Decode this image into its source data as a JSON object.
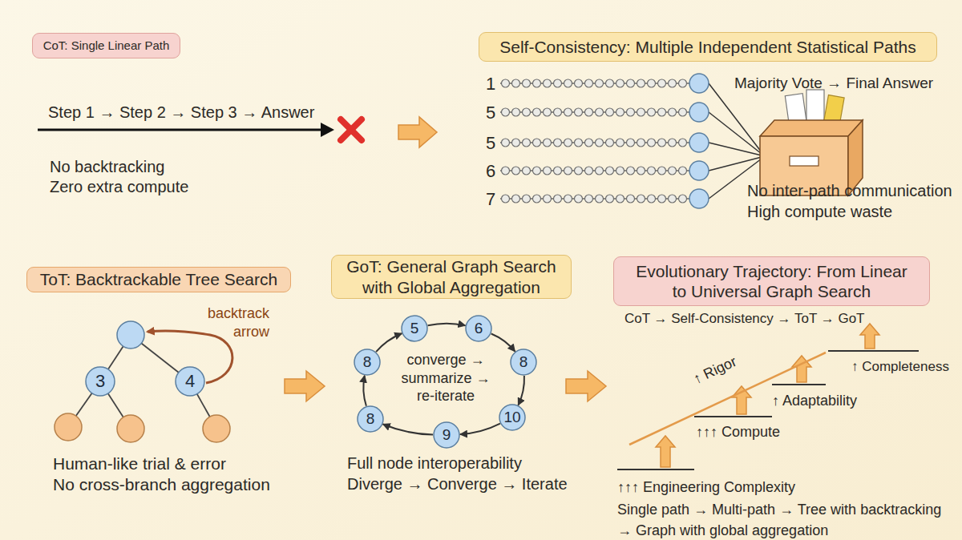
{
  "diagram": {
    "nodes": [
      {
        "text": [
          "CoT: Single Linear Path"
        ]
      },
      {
        "text": [
          "Self-Consistency: Multiple Independent Statistical Paths"
        ]
      },
      {
        "text": [
          "ToT: Backtrackable Tree Search"
        ]
      },
      {
        "text": [
          "3"
        ]
      },
      {
        "text": [
          "4"
        ]
      },
      {
        "text": [
          "GoT: General Graph Search with Global Aggregation"
        ]
      },
      {
        "text": [
          "5"
        ]
      },
      {
        "text": [
          "6"
        ]
      },
      {
        "text": [
          "8"
        ]
      },
      {
        "text": [
          "8"
        ]
      },
      {
        "text": [
          "8"
        ]
      },
      {
        "text": [
          "10"
        ]
      },
      {
        "text": [
          "9"
        ]
      },
      {
        "text": [
          "Evolutionary Trajectory: From Linear to Universal Graph Search"
        ]
      }
    ],
    "edges": [
      {
        "from": 6,
        "to": 7,
        "arrow": "to"
      },
      {
        "from": 7,
        "to": 9,
        "arrow": "to"
      },
      {
        "from": 9,
        "to": 11,
        "arrow": "to"
      },
      {
        "from": 11,
        "to": 12,
        "arrow": "to"
      },
      {
        "from": 12,
        "to": 10,
        "arrow": "to"
      },
      {
        "from": 10,
        "to": 8,
        "arrow": "to"
      },
      {
        "from": 8,
        "to": 6,
        "arrow": "to"
      }
    ],
    "labels": [
      "Step 1 → Step 2 → Step 3 → Answer",
      "No backtracking",
      "Zero extra compute",
      "1",
      "5",
      "5",
      "6",
      "7",
      "Majority Vote → Final Answer",
      "No inter-path communication",
      "High compute waste",
      "backtrack arrow",
      "Human-like trial & error",
      "No cross-branch aggregation",
      "converge → summarize → re-iterate",
      "Full node interoperability",
      "Diverge → Converge → Iterate",
      "CoT → Self-Consistency → ToT → GoT",
      "↑ Rigor",
      "↑ Completeness",
      "↑ Adaptability",
      "↑↑↑ Compute",
      "↑↑↑ Engineering Complexity",
      "Single path → Multi-path → Tree with backtracking → Graph with global aggregation"
    ]
  }
}
